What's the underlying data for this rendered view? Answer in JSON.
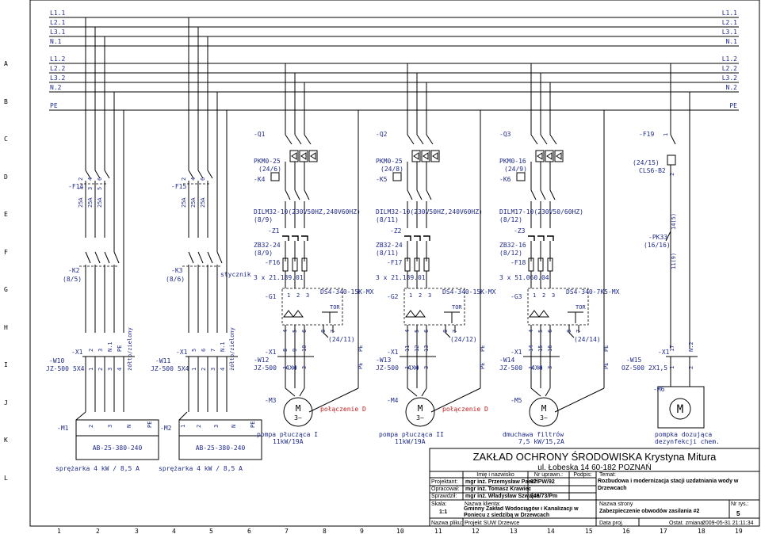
{
  "rails": {
    "left": [
      "L1.1",
      "L2.1",
      "L3.1",
      "N.1",
      "L1.2",
      "L2.2",
      "L3.2",
      "N.2",
      "PE"
    ],
    "right": [
      "L1.1",
      "L2.1",
      "L3.1",
      "N.1",
      "L1.2",
      "L2.2",
      "L3.2",
      "N.2",
      "PE"
    ]
  },
  "row_letters": [
    "A",
    "B",
    "C",
    "D",
    "E",
    "F",
    "G",
    "H",
    "I",
    "J",
    "K",
    "L"
  ],
  "col_numbers": [
    "1",
    "2",
    "3",
    "4",
    "5",
    "6",
    "7",
    "8",
    "9",
    "10",
    "11",
    "12",
    "13",
    "14",
    "15",
    "16",
    "17",
    "18",
    "19"
  ],
  "left_group": {
    "f14": "-F14",
    "f15": "-F15",
    "f14_contacts": [
      "2",
      "4",
      "6"
    ],
    "f15_contacts": [
      "2",
      "4",
      "6"
    ],
    "f14_ratings": [
      "25A",
      "25A",
      "25A"
    ],
    "f15_ratings": [
      "25A",
      "25A",
      "25A"
    ],
    "f_terminals": [
      "1",
      "3",
      "5"
    ],
    "k2": "-K2",
    "k2_ref": "(8/5)",
    "k3": "-K3",
    "k3_ref": "(8/6)",
    "stycznik": "stycznik",
    "x1a": "-X1",
    "x1a_terms": [
      "2",
      "3",
      "N.1"
    ],
    "x1b": "-X1",
    "x1b_terms": [
      "5",
      "6",
      "7",
      "N.1"
    ],
    "pe": "PE",
    "zolto": "żółto/zielony",
    "w10": "-W10",
    "w10_type": "JZ-500",
    "w10_size": "5X4",
    "w11": "-W11",
    "w11_type": "JZ-500",
    "w11_size": "5X4",
    "w_terms_a": [
      "1",
      "2",
      "3",
      "4"
    ],
    "w_terms_b": [
      "1",
      "2",
      "3",
      "4"
    ],
    "m1": "-M1",
    "m2": "-M2",
    "m_terms": [
      "1",
      "2",
      "3",
      "N",
      "PE"
    ],
    "m1_type": "AB-25-380-240",
    "m2_type": "AB-25-380-240",
    "m1_desc": "sprężarka 4 kW / 8,5 A",
    "m2_desc": "sprężarka 4 kW / 8,5 A"
  },
  "circuits": [
    {
      "q": "-Q1",
      "q_type": "PKM0-25",
      "q_ref": "(24/6)",
      "k": "-K4",
      "k_type": "DILM32-10(230V50HZ,240V60HZ)",
      "k_ref": "(8/9)",
      "z": "-Z1",
      "z_type": "ZB32-24",
      "z_ref": "(8/9)",
      "f": "-F16",
      "f_desc": "3 x 21.189.01",
      "g": "-G1",
      "g_type": "DS4-340-15K-MX",
      "g_nums": [
        "1",
        "2",
        "3"
      ],
      "tor": "TOR",
      "out_terms": [
        "4",
        "5",
        "6",
        "8",
        "7"
      ],
      "ref": "(24/11)",
      "x1": "-X1",
      "x1_terms": [
        "8",
        "9",
        "10"
      ],
      "pe": "PE",
      "w": "-W12",
      "w_type": "JZ-500",
      "w_size": "4X4",
      "w_terms": [
        "1",
        "2",
        "3"
      ],
      "w_pe": "PE",
      "m": "-M3",
      "m_letter": "M",
      "m_phase": "3~",
      "note": "połączenie D",
      "desc": "pompa płucząca I",
      "desc2": "11kW/19A"
    },
    {
      "q": "-Q2",
      "q_type": "PKM0-25",
      "q_ref": "(24/8)",
      "k": "-K5",
      "k_type": "DILM32-10(230V50HZ,240V60HZ)",
      "k_ref": "(8/11)",
      "z": "-Z2",
      "z_type": "ZB32-24",
      "z_ref": "(8/11)",
      "f": "-F17",
      "f_desc": "3 x 21.189.01",
      "g": "-G2",
      "g_type": "DS4-340-15K-MX",
      "g_nums": [
        "1",
        "2",
        "3"
      ],
      "tor": "TOR",
      "out_terms": [
        "4",
        "5",
        "6",
        "8",
        "7"
      ],
      "ref": "(24/12)",
      "x1": "-X1",
      "x1_terms": [
        "11",
        "12",
        "13"
      ],
      "pe": "PE",
      "w": "-W13",
      "w_type": "JZ-500",
      "w_size": "4X4",
      "w_terms": [
        "1",
        "2",
        "3"
      ],
      "w_pe": "PE",
      "m": "-M4",
      "m_letter": "M",
      "m_phase": "3~",
      "note": "połączenie D",
      "desc": "pompa płucząca II",
      "desc2": "11kW/19A"
    },
    {
      "q": "-Q3",
      "q_type": "PKM0-16",
      "q_ref": "(24/9)",
      "k": "-K6",
      "k_type": "DILM17-10(230V50/60HZ)",
      "k_ref": "(8/12)",
      "z": "-Z3",
      "z_type": "ZB32-16",
      "z_ref": "(8/12)",
      "f": "-F18",
      "f_desc": "3 x 51.060.04",
      "g": "-G3",
      "g_type": "DS4-340-7K5-MX",
      "g_nums": [
        "1",
        "2",
        "3"
      ],
      "tor": "TOR",
      "out_terms": [
        "4",
        "5",
        "6",
        "8",
        "7"
      ],
      "ref": "(24/14)",
      "x1": "-X1",
      "x1_terms": [
        "14",
        "15",
        "16"
      ],
      "pe": "PE",
      "w": "-W14",
      "w_type": "JZ-500",
      "w_size": "4X4",
      "w_terms": [
        "1",
        "2",
        "3"
      ],
      "w_pe": "PE",
      "m": "-M5",
      "m_letter": "M",
      "m_phase": "3~",
      "note": "",
      "desc": "dmuchawa filtrów",
      "desc2": "7,5 kW/15,2A"
    }
  ],
  "right_group": {
    "f19": "-F19",
    "f19_ref": "(24/15)",
    "f19_type": "CLS6-B2",
    "f19_terms": [
      "1",
      "2"
    ],
    "pk33": "-PK33",
    "pk33_ref": "(16/16)",
    "pk_terms": [
      "14(5)",
      "11(9)"
    ],
    "x1": "-X1",
    "x1_terms": [
      "17",
      "N.2"
    ],
    "w15": "-W15",
    "w15_type": "OZ-500",
    "w15_size": "2X1,5",
    "w15_terms": [
      "1",
      "2"
    ],
    "m6": "-M6",
    "m6_letter": "M",
    "desc": "pompka dozująca",
    "desc2": "dezynfekcji chem."
  },
  "title_block": {
    "company": "ZAKŁAD OCHRONY ŚRODOWISKA Krystyna Mitura",
    "address": "ul. Łobeska 14   60-182  POZNAŃ",
    "col_name": "Imię i nazwisko",
    "col_permit": "Nr uprawn.:",
    "col_sign": "Podpis:",
    "temat_label": "Temat:",
    "temat": "Rozbudowa i modernizacja stacji uzdatniania wody w Drzewcach",
    "projektant_label": "Projektant:",
    "projektant": "mgr inż. Przemysław Paech",
    "projektant_permit": "67/PW/92",
    "opracowal_label": "Opracował:",
    "opracowal": "mgr inż. Tomasz Krawiec",
    "sprawdzil_label": "Sprawdził:",
    "sprawdzil": "mgr inż. Władysław Szwajca",
    "sprawdzil_permit": "246/73/Pm",
    "skala_label": "Skala:",
    "skala": "1:1",
    "klient_label": "Nazwa klienta:",
    "klient": "Gminny Zakład Wodociągów i Kanalizacji w Poniecu z siedzibą w Drzewcach",
    "strona_label": "Nazwa strony",
    "strona": "Zabezpieczenie obwodów zasilania #2",
    "nrrys_label": "Nr rys.:",
    "nrrys": "5",
    "plik_label": "Nazwa pliku:",
    "plik": "Projekt SUW Drzewce",
    "data_label": "Data proj.",
    "ostat_label": "Ostat. zmiana:",
    "ostat": "2009-05-31 21:11:34"
  }
}
